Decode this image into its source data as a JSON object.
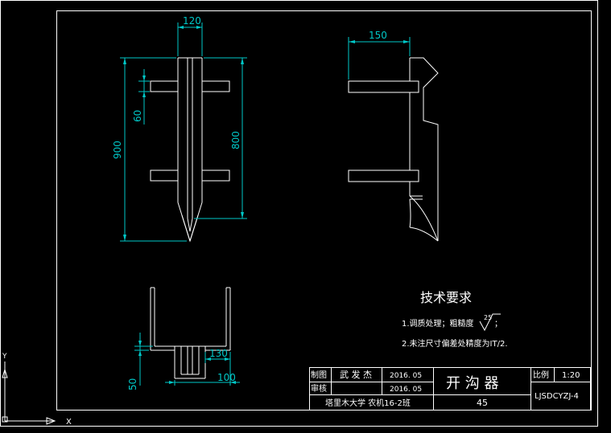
{
  "colors": {
    "background": "#000000",
    "geometry": "#ffffff",
    "dimension": "#00c8c8"
  },
  "front_view": {
    "dim_top_width": "120",
    "dim_total_height": "900",
    "dim_spacing": "60",
    "dim_blade_height": "800"
  },
  "side_view": {
    "dim_width": "150"
  },
  "bottom_view": {
    "dim_inner_width": "130",
    "dim_flange_width": "100",
    "dim_height": "50"
  },
  "requirements": {
    "title": "技术要求",
    "item1_text": "1.调质处理；粗糙度",
    "item1_roughness": "25",
    "item1_suffix": "；",
    "item2_text": "2.未注尺寸偏差处精度为IT/2."
  },
  "title_block": {
    "drawn_label": "制图",
    "drawn_name": "武 发 杰",
    "drawn_date": "2016. 05",
    "review_label": "审核",
    "review_date": "2016. 05",
    "part_name": "开 沟 器",
    "scale_label": "比例",
    "scale_value": "1:20",
    "drawing_number": "LJSDCYZJ-4",
    "school_class": "塔里木大学  农机16-2班",
    "material": "45"
  },
  "ucs": {
    "y_label": "Y",
    "x_label": "X"
  }
}
